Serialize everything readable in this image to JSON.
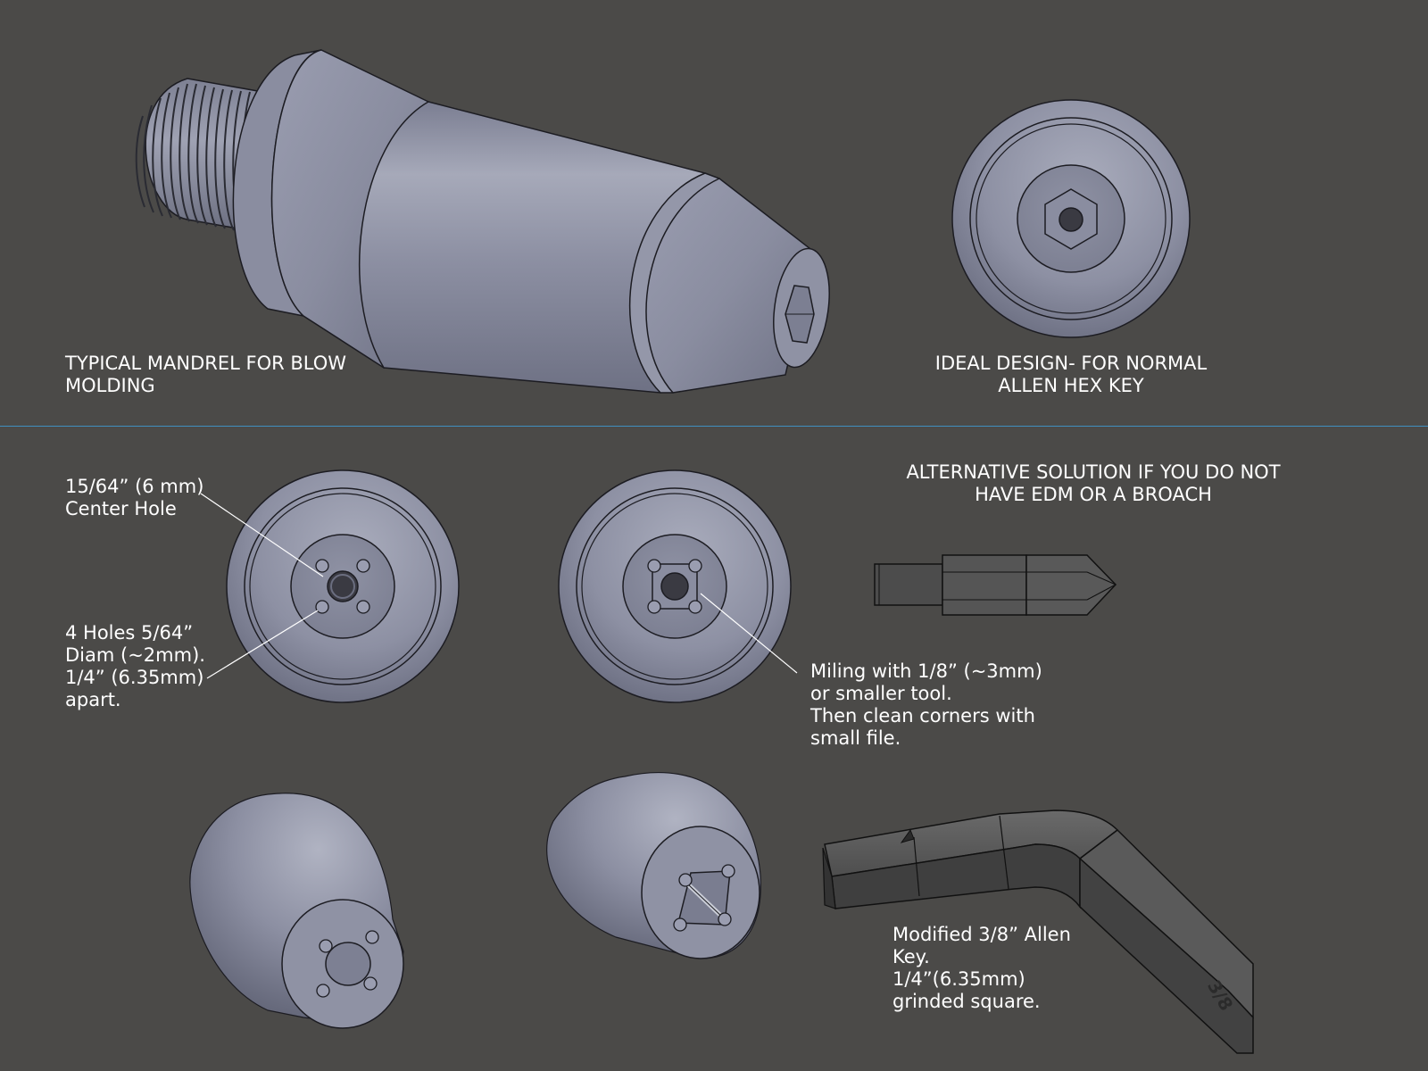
{
  "captions": {
    "typical_mandrel": [
      "TYPICAL MANDREL FOR BLOW",
      "MOLDING"
    ],
    "ideal_design": [
      "IDEAL DESIGN- FOR  NORMAL",
      "ALLEN HEX KEY"
    ],
    "alternative_solution": [
      "ALTERNATIVE SOLUTION IF YOU DO NOT",
      "HAVE EDM OR A BROACH"
    ],
    "center_hole": [
      "15/64” (6 mm)",
      "Center Hole"
    ],
    "four_holes": [
      "4 Holes 5/64”",
      "Diam (~2mm).",
      "1/4” (6.35mm)",
      "apart."
    ],
    "milling": [
      "Miling with 1/8” (~3mm)",
      "or smaller tool.",
      "Then clean corners with",
      "small file."
    ],
    "modified_key": [
      "Modified 3/8” Allen",
      "Key.",
      "1/4”(6.35mm)",
      "grinded square."
    ]
  },
  "key_stamp": "3/8",
  "colors": {
    "background": "#4b4a48",
    "part_light": "#a4a7b7",
    "part_mid": "#8a8da0",
    "part_dark": "#5b5d6e",
    "edge": "#1c1c22",
    "divider": "#3f8fc0",
    "key_steel": "#5a5a5a"
  }
}
